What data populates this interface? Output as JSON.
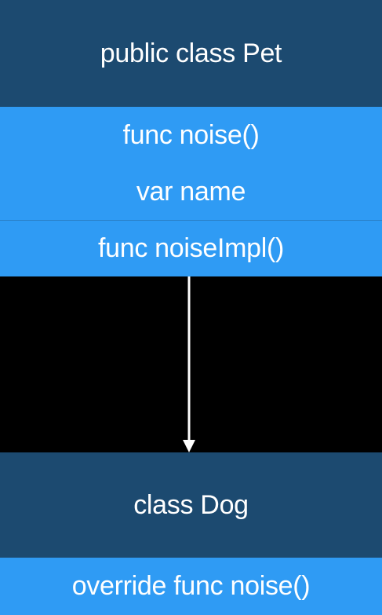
{
  "pet_class": {
    "header": "public class Pet",
    "members": [
      "func noise()",
      "var name"
    ],
    "impl": "func noiseImpl()"
  },
  "dog_class": {
    "header": "class Dog",
    "override": "override func noise()"
  },
  "colors": {
    "header_bg": "#1c4a70",
    "member_bg": "#2f9bf4",
    "canvas_bg": "#000000",
    "text": "#ffffff"
  }
}
